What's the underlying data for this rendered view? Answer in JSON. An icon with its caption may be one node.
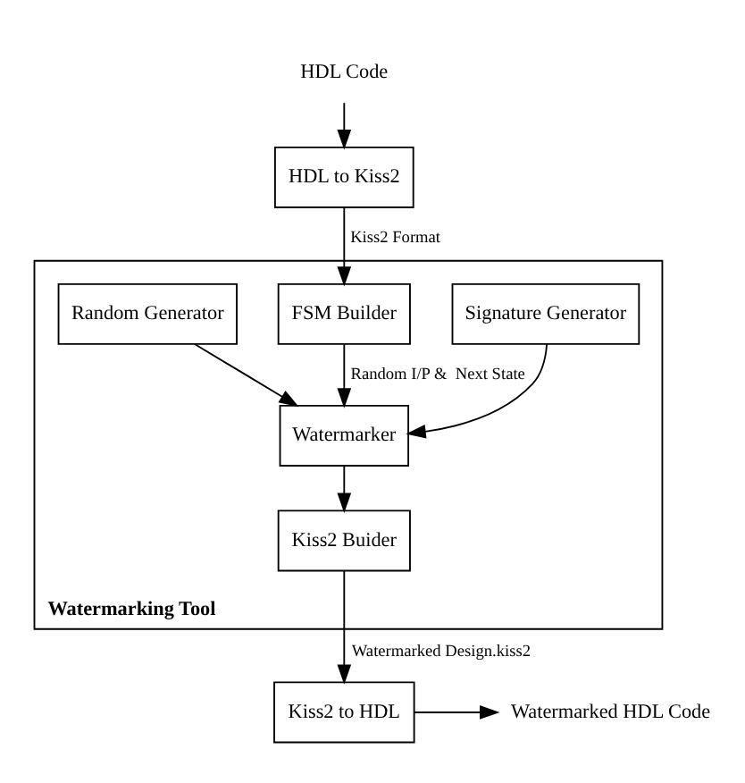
{
  "diagram": {
    "nodes": [
      {
        "text": [
          "HDL Code"
        ]
      },
      {
        "text": [
          "HDL to Kiss2"
        ]
      },
      {
        "text": [
          "Watermarking Tool"
        ]
      },
      {
        "text": [
          "Signature Generator"
        ],
        "in": 2
      },
      {
        "text": [
          "FSM Builder"
        ],
        "in": 2
      },
      {
        "text": [
          "Random Generator"
        ],
        "in": 2
      },
      {
        "text": [
          "Watermarker"
        ],
        "in": 2
      },
      {
        "text": [
          "Kiss2 Buider"
        ],
        "in": 2
      },
      {
        "text": [
          "Kiss2 to HDL"
        ]
      },
      {
        "text": [
          "Watermarked HDL Code"
        ]
      }
    ],
    "edges": [
      {
        "from": 0,
        "to": 1,
        "arrow": "to"
      },
      {
        "from": 1,
        "to": 4,
        "arrow": "to",
        "label": "Kiss2 Format"
      },
      {
        "from": 3,
        "to": 6,
        "arrow": "to"
      },
      {
        "from": 4,
        "to": 6,
        "arrow": "to",
        "label": "Random I/P &  Next State"
      },
      {
        "from": 5,
        "to": 6,
        "arrow": "to"
      },
      {
        "from": 6,
        "to": 7,
        "arrow": "to"
      },
      {
        "from": 7,
        "to": 8,
        "arrow": "to",
        "label": "Watermarked Design.kiss2"
      },
      {
        "from": 8,
        "to": 9,
        "arrow": "to"
      }
    ]
  }
}
